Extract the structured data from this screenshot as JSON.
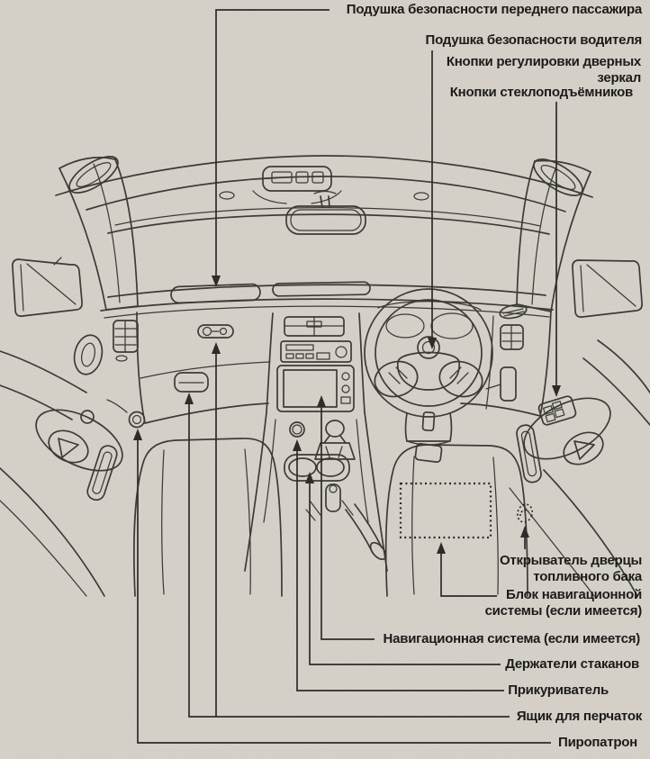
{
  "colors": {
    "paper": "#d8d4cc",
    "line": "#3c3b36",
    "leader": "#2d2c28",
    "text": "#1b1b19"
  },
  "callouts": {
    "passenger_airbag": "Подушка безопасности переднего пассажира",
    "driver_airbag": "Подушка безопасности водителя",
    "mirror_buttons": [
      "Кнопки регулировки дверных",
      "зеркал"
    ],
    "window_buttons": "Кнопки стеклоподъёмников",
    "fuel_door": [
      "Открыватель дверцы",
      "топливного бака"
    ],
    "nav_unit": [
      "Блок навигационной",
      "системы (если имеется)"
    ],
    "nav_system": "Навигационная система (если имеется)",
    "cup_holders": "Держатели стаканов",
    "lighter": "Прикуриватель",
    "glove_box": "Ящик для перчаток",
    "pyro": "Пиропатрон"
  }
}
